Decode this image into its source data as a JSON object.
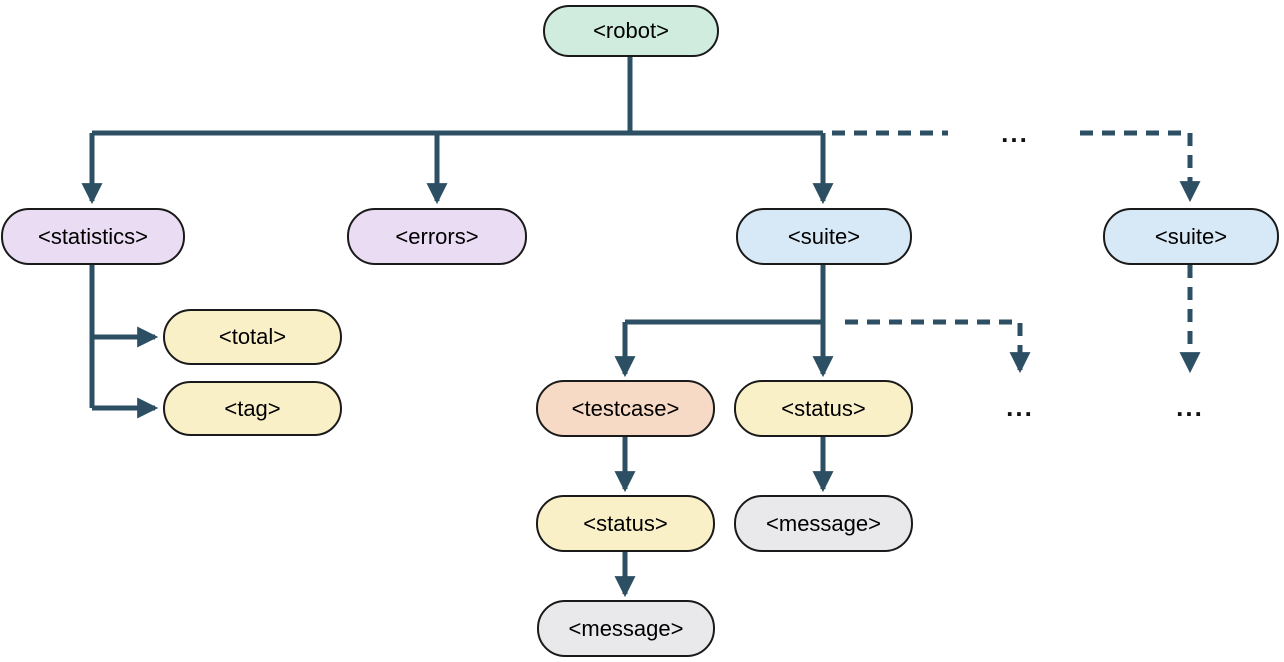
{
  "diagram": {
    "line_color": "#2d4f63",
    "border_color": "#1a1a1a",
    "nodes": {
      "robot": {
        "label": "<robot>",
        "fill": "#cfecdf"
      },
      "statistics": {
        "label": "<statistics>",
        "fill": "#eadcf2"
      },
      "errors": {
        "label": "<errors>",
        "fill": "#eadcf2"
      },
      "suite_main": {
        "label": "<suite>",
        "fill": "#d7e9f6"
      },
      "suite_more": {
        "label": "<suite>",
        "fill": "#d7e9f6"
      },
      "total": {
        "label": "<total>",
        "fill": "#faf0c8"
      },
      "tag": {
        "label": "<tag>",
        "fill": "#faf0c8"
      },
      "testcase": {
        "label": "<testcase>",
        "fill": "#f6dac5"
      },
      "status_suite": {
        "label": "<status>",
        "fill": "#faf0c8"
      },
      "status_test": {
        "label": "<status>",
        "fill": "#faf0c8"
      },
      "message_suite": {
        "label": "<message>",
        "fill": "#e9e9eb"
      },
      "message_test": {
        "label": "<message>",
        "fill": "#e9e9eb"
      }
    },
    "ellipsis": {
      "more_suites_top": "...",
      "more_suite_children": "...",
      "more_nested": "..."
    },
    "edges": [
      {
        "from": "robot",
        "to": "statistics",
        "style": "solid"
      },
      {
        "from": "robot",
        "to": "errors",
        "style": "solid"
      },
      {
        "from": "robot",
        "to": "suite_main",
        "style": "solid"
      },
      {
        "from": "robot",
        "to": "suite_more",
        "style": "dashed"
      },
      {
        "from": "statistics",
        "to": "total",
        "style": "solid"
      },
      {
        "from": "statistics",
        "to": "tag",
        "style": "solid"
      },
      {
        "from": "suite_main",
        "to": "testcase",
        "style": "solid"
      },
      {
        "from": "suite_main",
        "to": "status_suite",
        "style": "solid"
      },
      {
        "from": "suite_main",
        "to": "more_children",
        "style": "dashed"
      },
      {
        "from": "suite_more",
        "to": "more_children",
        "style": "dashed"
      },
      {
        "from": "testcase",
        "to": "status_test",
        "style": "solid"
      },
      {
        "from": "status_suite",
        "to": "message_suite",
        "style": "solid"
      },
      {
        "from": "status_test",
        "to": "message_test",
        "style": "solid"
      }
    ]
  }
}
